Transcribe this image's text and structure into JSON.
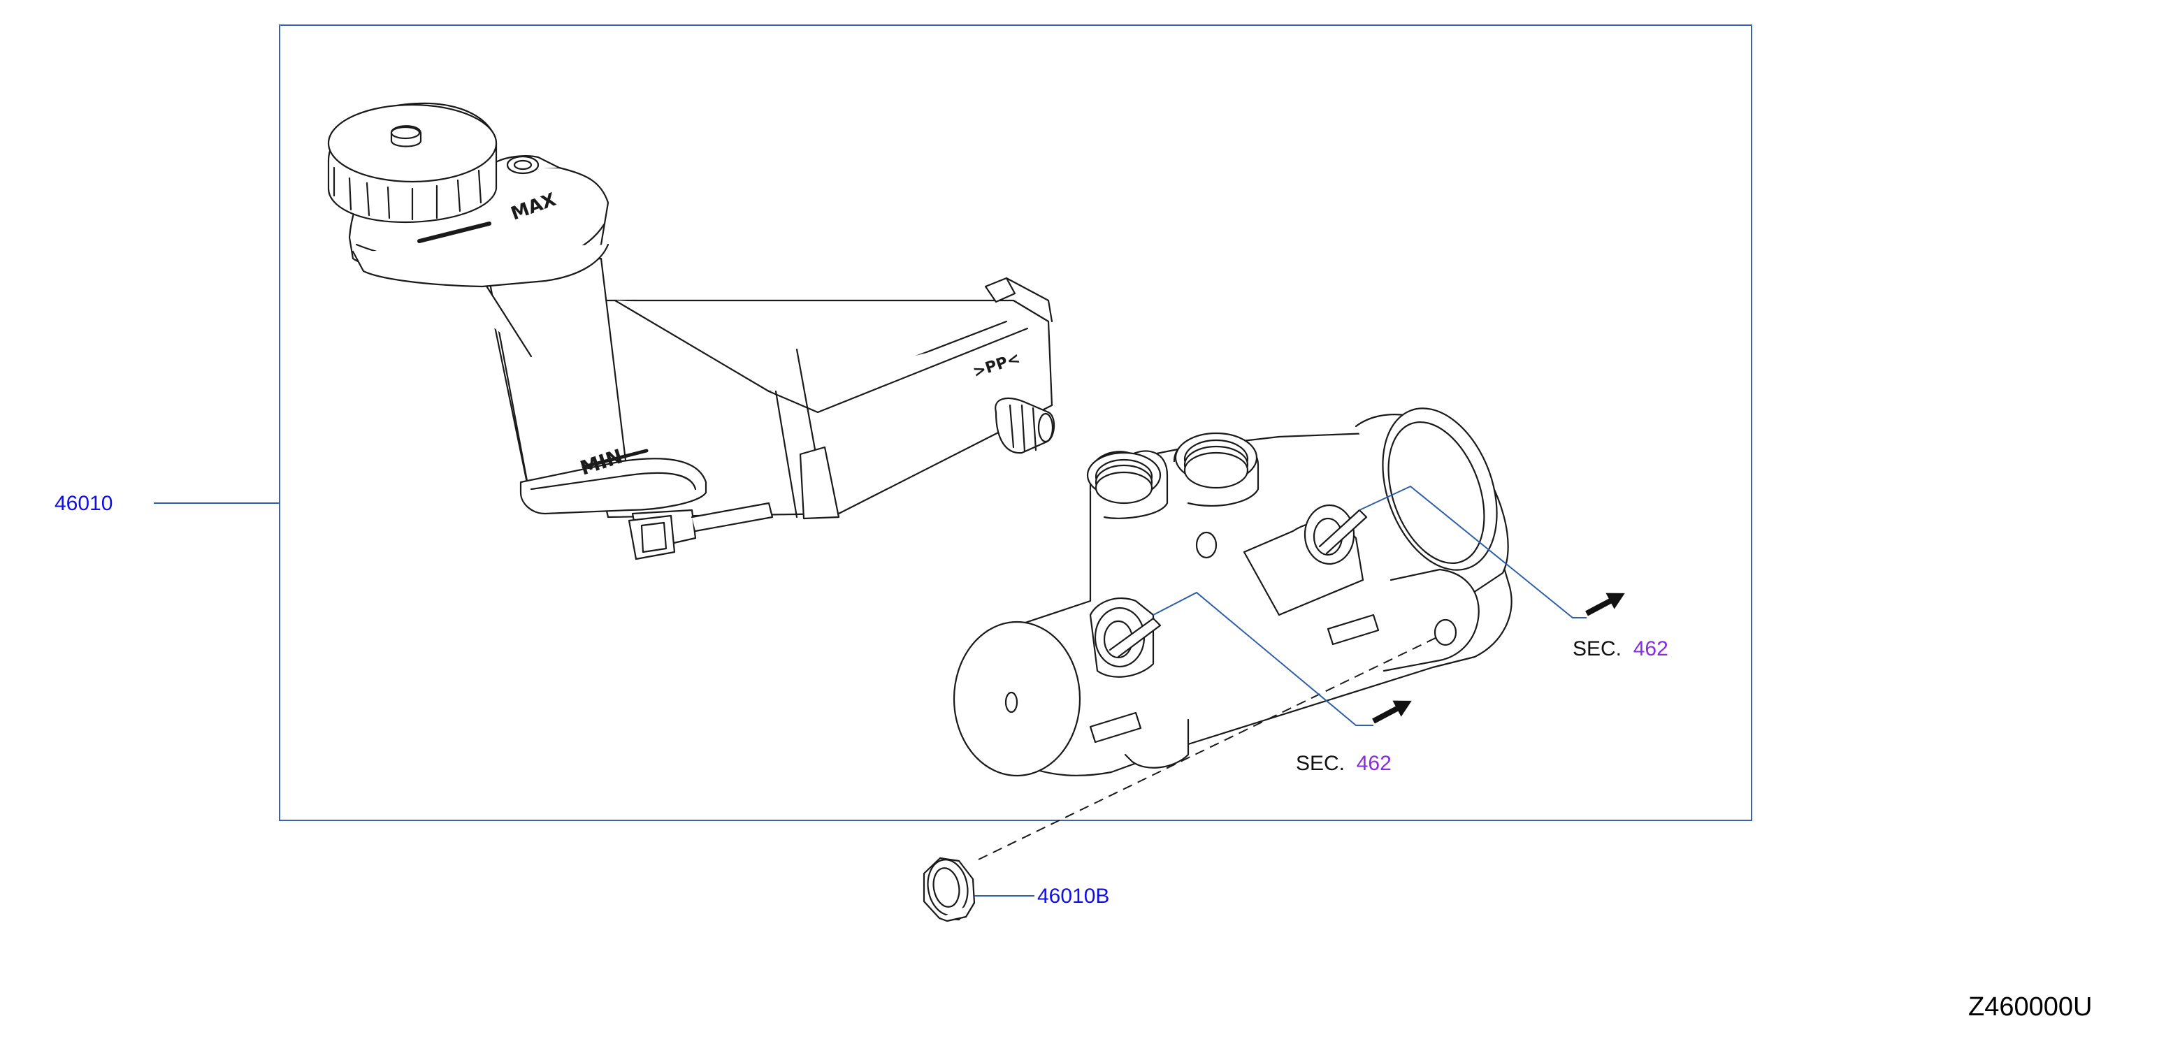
{
  "colors": {
    "part_link": "#1010e0",
    "section_number": "#8a2be2",
    "leader_line": "#2f5fa8",
    "frame_border": "#3a62a8",
    "drawing_ink": "#1a1a1a"
  },
  "callouts": {
    "assembly_part": "46010",
    "nut_part": "46010B"
  },
  "section_refs": [
    {
      "word": "SEC.",
      "number": "462"
    },
    {
      "word": "SEC.",
      "number": "462"
    }
  ],
  "drawing_text": {
    "max_mark": "MAX",
    "min_mark": "MIN",
    "material_mark": ">PP<"
  },
  "diagram_id": "Z460000U",
  "icons": [
    "arrow-right-icon",
    "arrow-right-icon"
  ]
}
